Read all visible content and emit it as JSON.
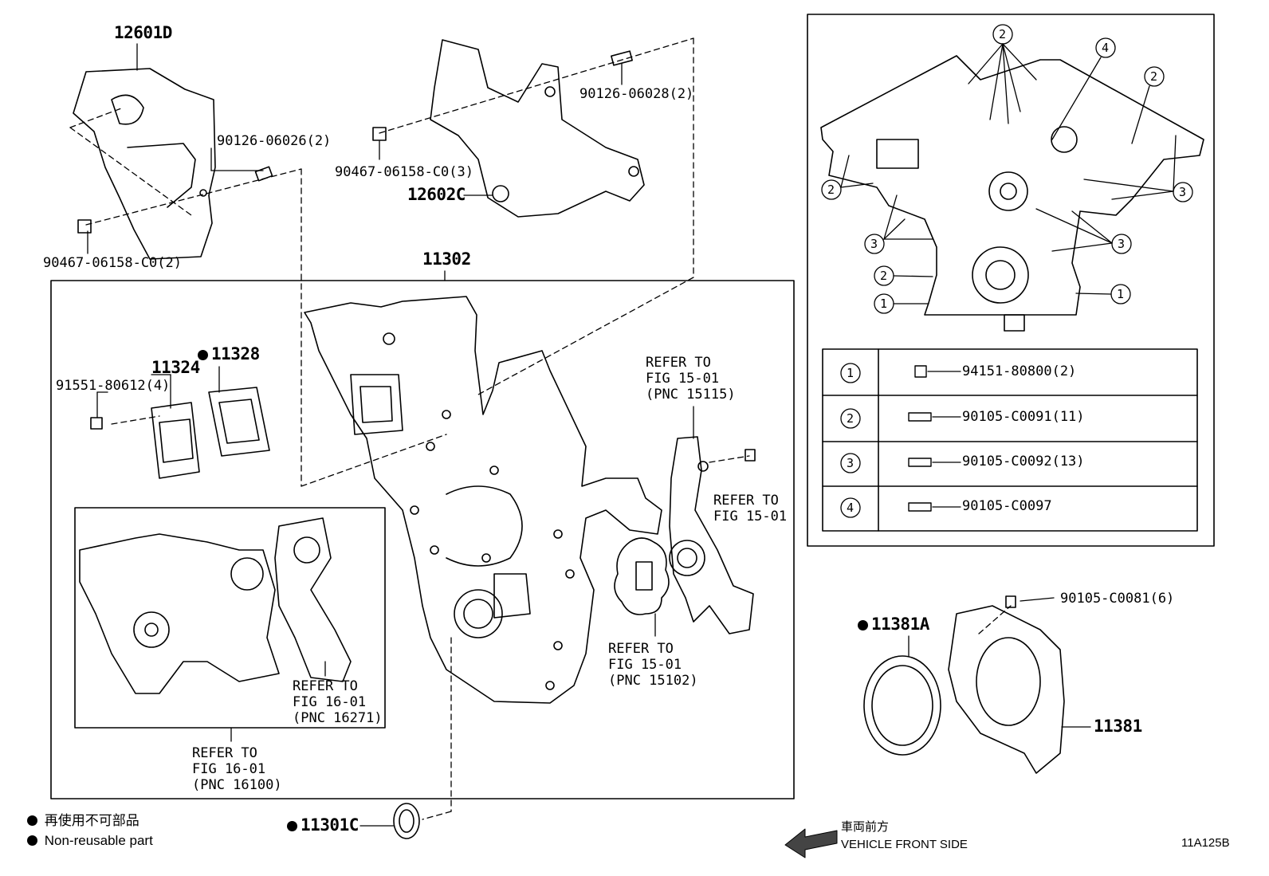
{
  "diagram": {
    "code": "11A125B",
    "parts": {
      "p12601D": "12601D",
      "p12602C": "12602C",
      "p11302": "11302",
      "p11324": "11324",
      "p11328": "11328",
      "p11381A": "11381A",
      "p11381": "11381",
      "p11301C": "11301C"
    },
    "fasteners": {
      "f1": "90126-06026(2)",
      "f2": "90467-06158-C0(2)",
      "f3": "90467-06158-C0(3)",
      "f4": "90126-06028(2)",
      "f5": "91551-80612(4)",
      "f6": "90105-C0081(6)"
    },
    "refers": {
      "r1": "REFER TO\nFIG 15-01\n(PNC 15115)",
      "r2": "REFER TO\nFIG 15-01",
      "r3": "REFER TO\nFIG 15-01\n(PNC 15102)",
      "r4": "REFER TO\nFIG 16-01\n(PNC 16271)",
      "r5": "REFER TO\nFIG 16-01\n(PNC 16100)"
    },
    "bolt_table": [
      {
        "key": "1",
        "part": "94151-80800(2)"
      },
      {
        "key": "2",
        "part": "90105-C0091(11)"
      },
      {
        "key": "3",
        "part": "90105-C0092(13)"
      },
      {
        "key": "4",
        "part": "90105-C0097"
      }
    ],
    "inset_callouts": {
      "c2": "2",
      "c3": "3",
      "c4": "4",
      "c1": "1"
    },
    "legend": {
      "jp": "再使用不可部品",
      "en": "Non-reusable part"
    },
    "direction": {
      "jp": "車両前方",
      "en": "VEHICLE FRONT SIDE"
    }
  }
}
